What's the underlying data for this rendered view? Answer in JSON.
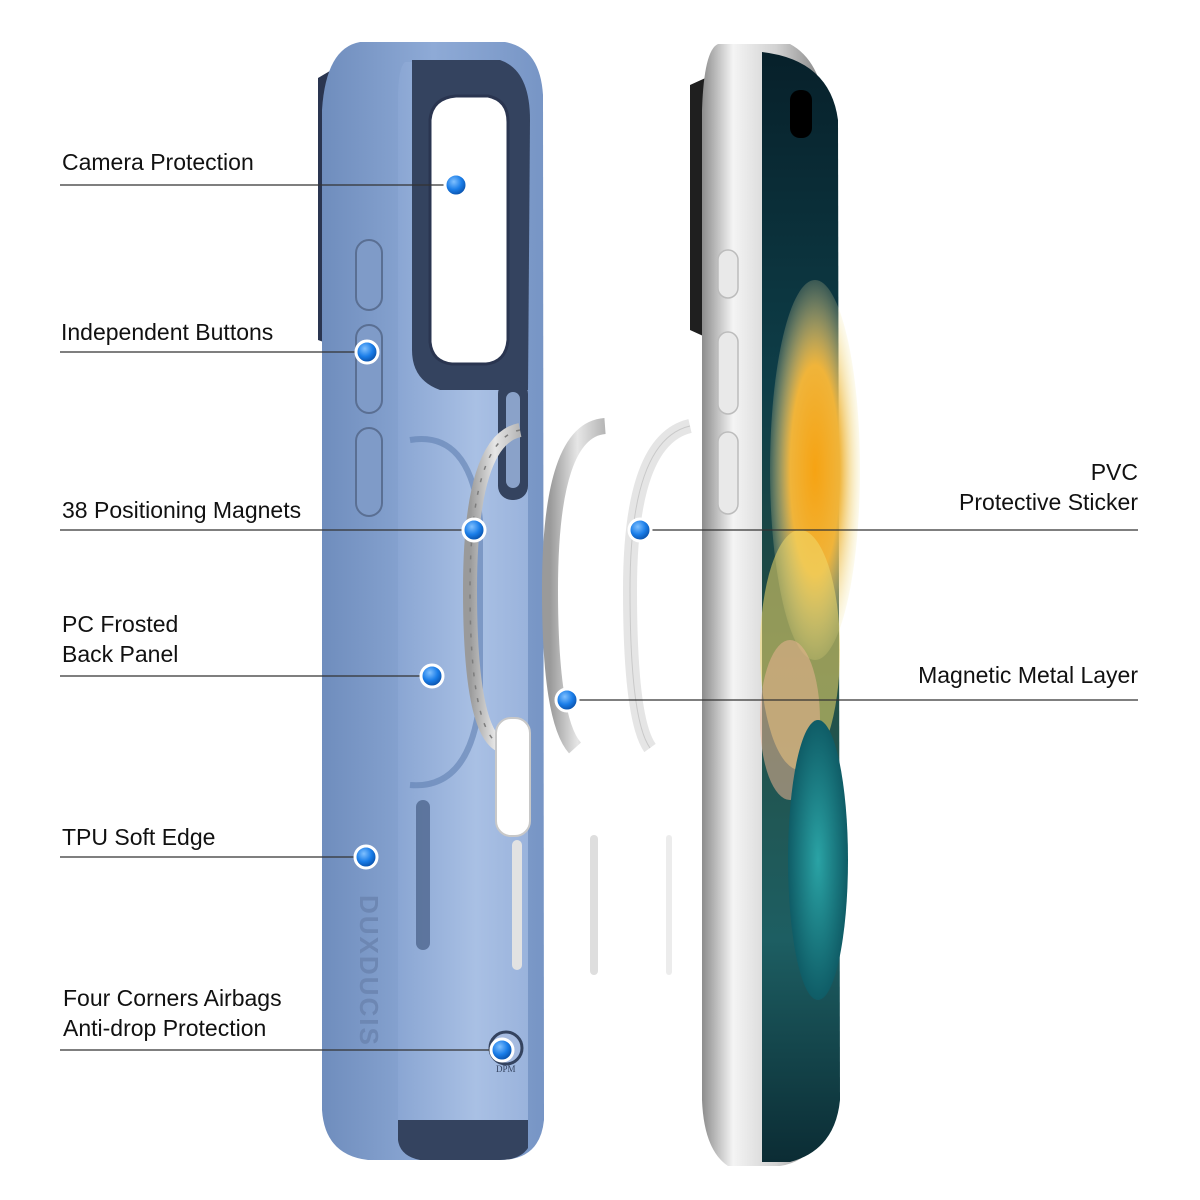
{
  "image": {
    "description_free": true,
    "brand_watermark": "DUXDUCIS",
    "bottom_mark": "DPM",
    "colors": {
      "case_blue": "#87a3cf",
      "case_inner": "#9fb5da",
      "case_dark_interior": "#34435f",
      "phone_frame": "#dcdcdc",
      "screen_dark": "#0d3540",
      "screen_orange": "#f0a21b",
      "screen_yellow": "#f1d96a",
      "screen_teal": "#1a8b8b",
      "callout_dot": "#1a7de8"
    }
  },
  "callouts": {
    "camera": {
      "lines": [
        "Camera Protection"
      ]
    },
    "buttons": {
      "lines": [
        "Independent Buttons"
      ]
    },
    "magnets": {
      "lines": [
        "38 Positioning Magnets"
      ]
    },
    "back_panel": {
      "lines": [
        "PC Frosted",
        "Back Panel"
      ]
    },
    "soft_edge": {
      "lines": [
        "TPU Soft Edge"
      ]
    },
    "airbags": {
      "lines": [
        "Four Corners Airbags",
        "Anti-drop Protection"
      ]
    },
    "sticker": {
      "lines": [
        "PVC",
        "Protective Sticker"
      ]
    },
    "metal_layer": {
      "lines": [
        "Magnetic Metal Layer"
      ]
    }
  }
}
